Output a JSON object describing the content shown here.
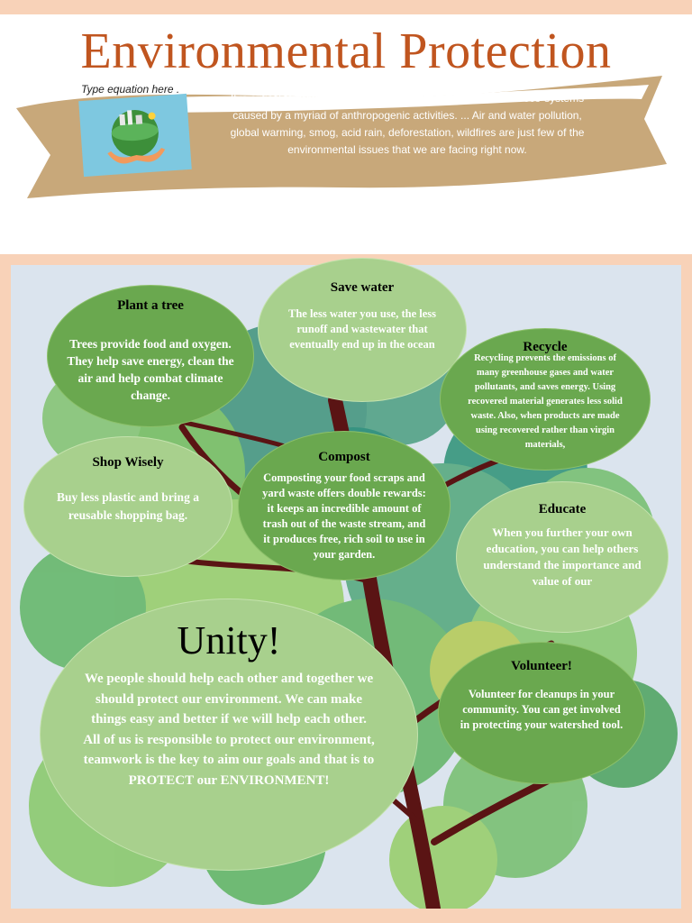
{
  "header": {
    "title": "Environmental Protection",
    "equation_placeholder": "Type equation here .",
    "banner_text": "It is critical to protect the environment from the destruction of eco-systems caused by a myriad of anthropogenic activities. ... Air and water pollution, global warming, smog, acid rain, deforestation, wildfires are just few of the environmental issues that we are facing right now."
  },
  "bubbles": {
    "plant": {
      "title": "Plant a tree",
      "text": "Trees provide food and oxygen. They help save energy, clean the air and help combat climate change."
    },
    "water": {
      "title": "Save water",
      "text": "The less water you use, the less runoff and wastewater that eventually end up in the ocean"
    },
    "recycle": {
      "title": "Recycle",
      "text": "Recycling prevents the emissions of many greenhouse gases and water pollutants, and saves energy. Using recovered material generates less solid waste. Also, when products are made using recovered rather than virgin materials,"
    },
    "shop": {
      "title": "Shop Wisely",
      "text": "Buy less plastic and bring a reusable shopping bag."
    },
    "compost": {
      "title": "Compost",
      "text": "Composting your food scraps and yard waste offers double rewards: it keeps an incredible amount of trash out of the waste stream, and it produces free, rich soil to use in your garden."
    },
    "educate": {
      "title": "Educate",
      "text": "When you further your own education, you can help others understand the importance and value of our"
    },
    "unity": {
      "title": "Unity!",
      "text": "We people should help each other and together we should protect our environment. We can make things easy and better if we will help each other. All of us is responsible to protect our environment, teamwork is the key to aim our goals and that is to PROTECT our ENVIRONMENT!"
    },
    "volunteer": {
      "title": "Volunteer!",
      "text": "Volunteer for cleanups in your community. You can get involved in protecting your watershed tool."
    }
  },
  "colors": {
    "title": "#c0551f",
    "ribbon": "#c8a87a",
    "bubble_dark": "#6aa84f",
    "bubble_light": "#a8d08d",
    "trunk": "#5a1414"
  }
}
